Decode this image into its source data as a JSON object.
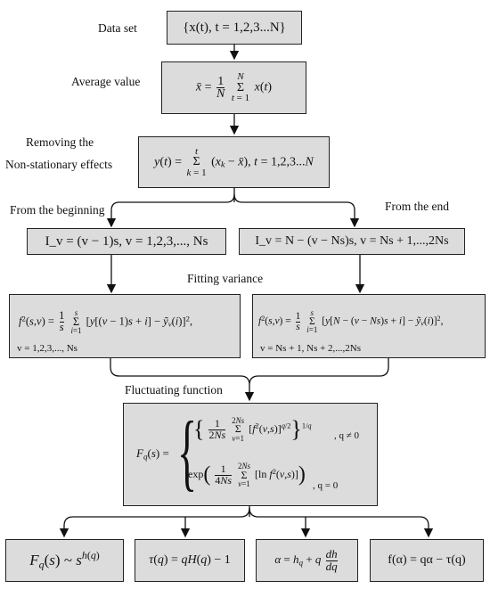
{
  "labels": {
    "data_set": "Data set",
    "average_value": "Average value",
    "removing_line1": "Removing the",
    "removing_line2": "Non-stationary effects",
    "from_beginning": "From the beginning",
    "from_end": "From the end",
    "fitting_variance": "Fitting variance",
    "fluctuating_function": "Fluctuating function"
  },
  "formulas": {
    "data_set": "{x(t), t = 1,2,3...N}",
    "average": "x̄ = (1/N) Σ_{t=1}^{N} x(t)",
    "profile": "y(t) = Σ_{k=1}^{t} (x_k − x̄), t = 1,2,3...N",
    "segment_begin": "I_v = (v − 1)s, v = 1,2,3,..., Ns",
    "segment_end": "I_v = N − (v − Ns)s, v = Ns + 1,...,2Ns",
    "variance_begin": "f²(s,v) = (1/s) Σ_{i=1}^{s} [y[(v−1)s+i] − ỹ_v(i)]²",
    "variance_begin_cond": "v = 1,2,3,..., Ns",
    "variance_end": "f²(s,v) = (1/s) Σ_{i=1}^{s} [y[N − (v−Ns)s + i] − ỹ_v(i)]²",
    "variance_end_cond": "v = Ns + 1, Ns + 2,...,2Ns",
    "fluct_case1_cond": ", q ≠ 0",
    "fluct_case2_cond": ", q = 0",
    "result1": "F_q(s) ~ s^{h(q)}",
    "result2": "τ(q) = qH(q) − 1",
    "result3": "α = h_q + q dh/dq",
    "result4": "f(α) = qα − τ(q)"
  }
}
